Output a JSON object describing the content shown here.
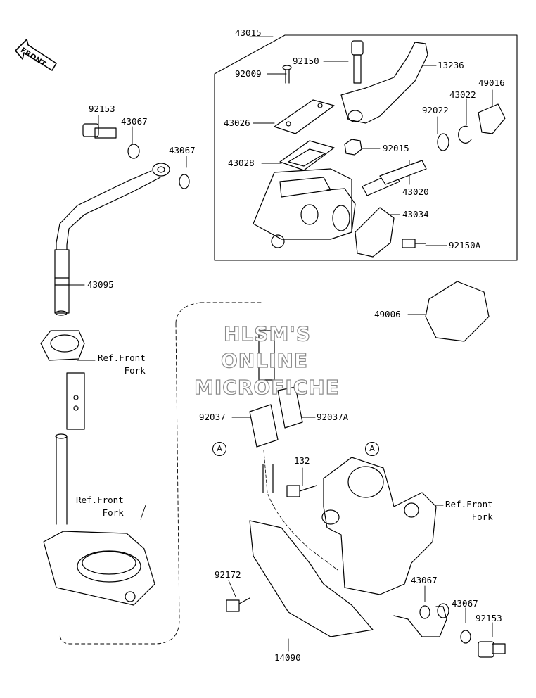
{
  "front_badge": "FRONT",
  "corner_mark": "",
  "watermark": {
    "line1": "HLSM'S",
    "line2": "ONLINE",
    "line3": "MICROFICHE"
  },
  "callouts": {
    "a": "A"
  },
  "labels": {
    "p43015": "43015",
    "p92150": "92150",
    "p13236": "13236",
    "p92009": "92009",
    "p49016": "49016",
    "p43022": "43022",
    "p92153a": "92153",
    "p43067a": "43067",
    "p43026": "43026",
    "p92022": "92022",
    "p43067b": "43067",
    "p92015": "92015",
    "p43028": "43028",
    "p43020": "43020",
    "p43034": "43034",
    "p92150a": "92150A",
    "p43095": "43095",
    "p49006": "49006",
    "p92037": "92037",
    "p92037a": "92037A",
    "p132": "132",
    "p92172": "92172",
    "p43067c": "43067",
    "p43067d": "43067",
    "p92153b": "92153",
    "p14090": "14090"
  },
  "refs": {
    "r1": {
      "line1": "Ref.Front",
      "line2": "Fork"
    },
    "r2": {
      "line1": "Ref.Front",
      "line2": "Fork"
    },
    "r3": {
      "line1": "Ref.Front",
      "line2": "Fork"
    }
  }
}
